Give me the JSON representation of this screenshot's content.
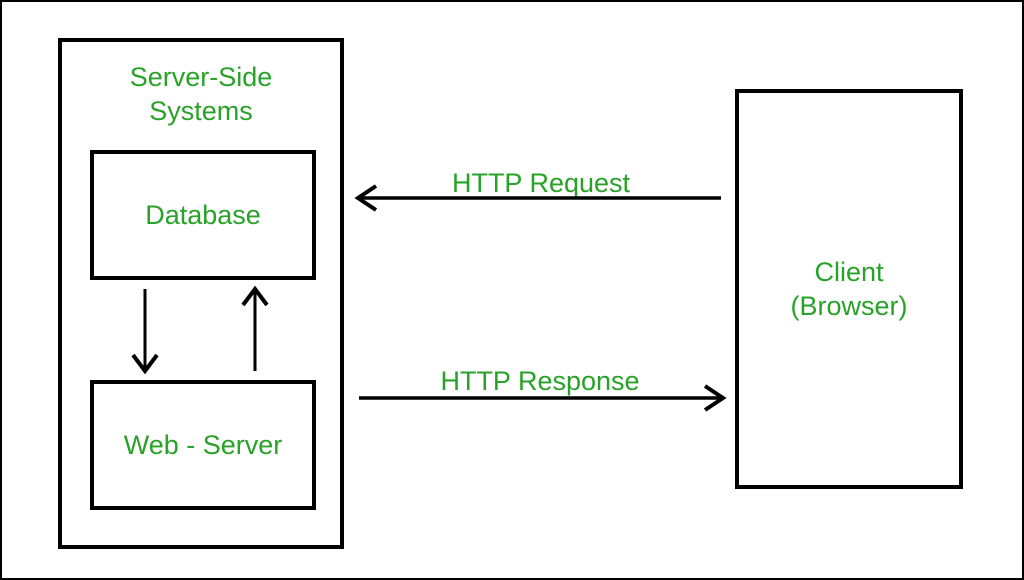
{
  "colors": {
    "accent_green": "#28a228",
    "line_black": "#000000",
    "background": "#ffffff"
  },
  "diagram": {
    "server_side_title": "Server-Side Systems",
    "database_label": "Database",
    "web_server_label": "Web - Server",
    "client_label": "Client (Browser)",
    "http_request_label": "HTTP Request",
    "http_response_label": "HTTP Response"
  }
}
